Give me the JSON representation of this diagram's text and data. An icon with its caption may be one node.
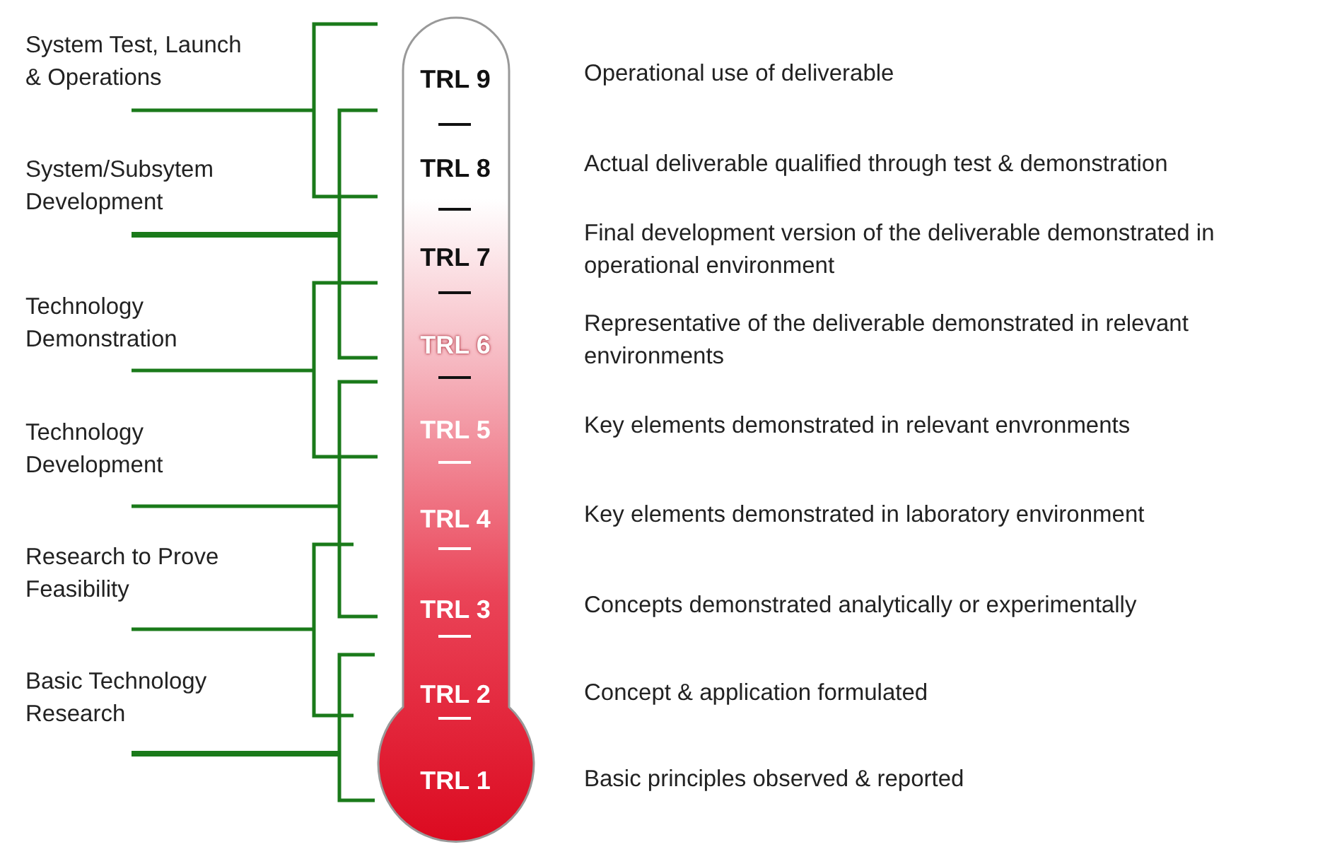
{
  "diagram": {
    "labels": [
      "System Test, Launch & Operations",
      "System/Subsytem Development",
      "Technology Demonstration",
      "Technology Development",
      "Research to Prove Feasibility",
      "Basic Technology Research",
      "TRL 9",
      "TRL 8",
      "TRL 7",
      "TRL 6",
      "TRL 5",
      "TRL 4",
      "TRL 3",
      "TRL 2",
      "TRL 1",
      "Operational use of deliverable",
      "Actual deliverable qualified through test & demonstration",
      "Final development version of the deliverable demonstrated in operational environment",
      "Representative of the deliverable demonstrated in relevant environments",
      "Key elements demonstrated in relevant envronments",
      "Key elements demonstrated in laboratory environment",
      "Concepts demonstrated analytically or experimentally",
      "Concept & application formulated",
      "Basic principles observed & reported"
    ]
  }
}
